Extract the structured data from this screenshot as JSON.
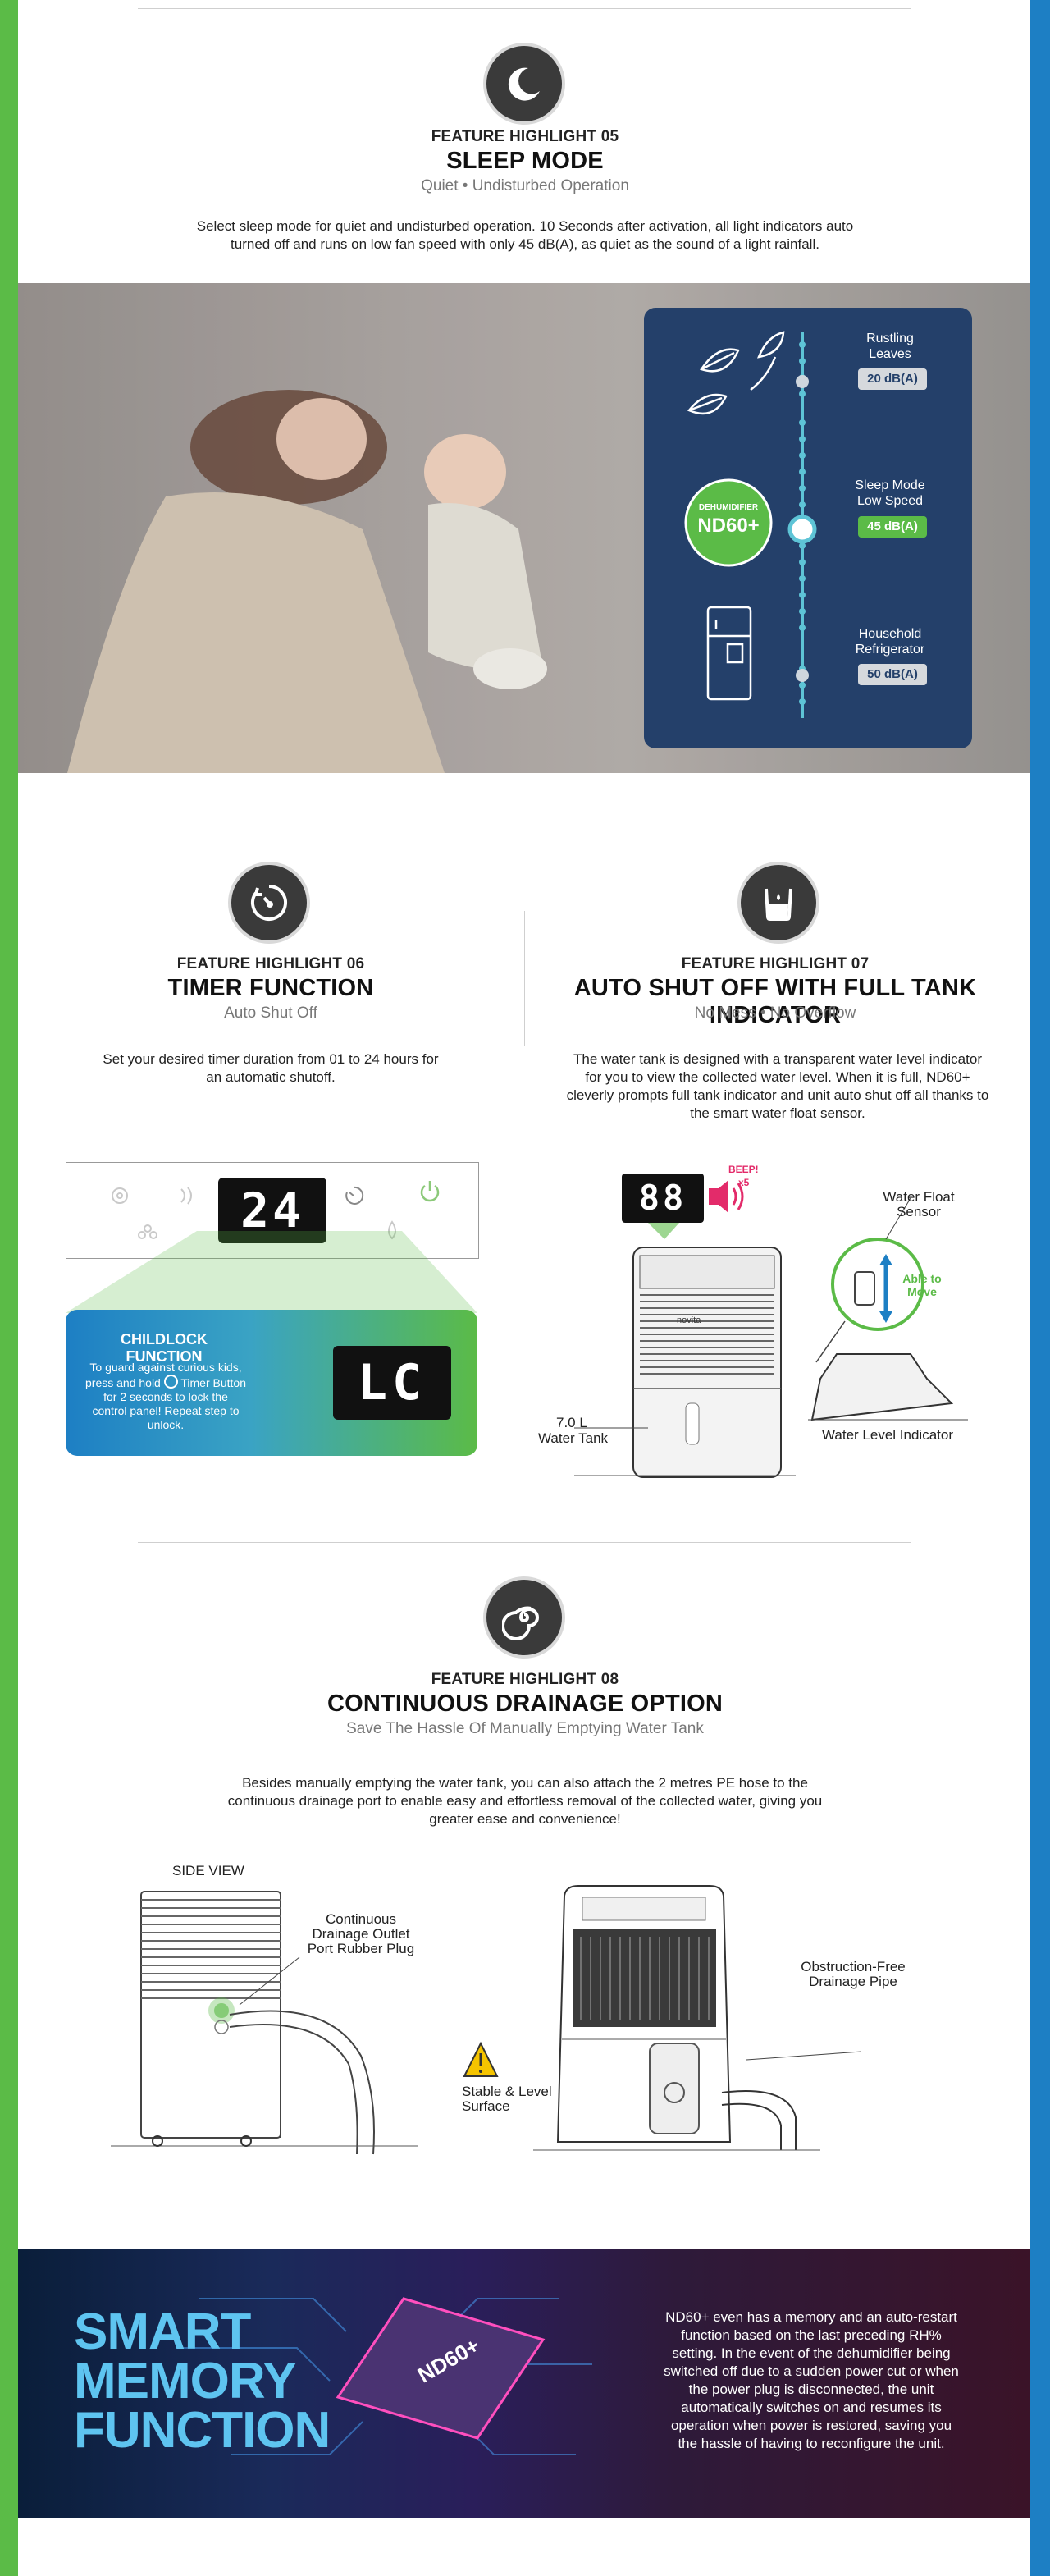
{
  "colors": {
    "green": "#5bbb47",
    "blue": "#1d7fc4",
    "navy": "#24406a",
    "dark": "#3a3a3a",
    "pink": "#e32b6a"
  },
  "icons": {
    "moon": "moon-icon",
    "timer": "timer-icon",
    "tank": "water-tank-icon",
    "drain": "drainage-swirl-icon"
  },
  "sleep": {
    "kicker": "FEATURE HIGHLIGHT 05",
    "title": "SLEEP MODE",
    "subtitle": "Quiet • Undisturbed Operation",
    "desc": "Select sleep mode for quiet and undisturbed operation. 10 Seconds after activation, all light indicators auto turned off and runs on low fan speed with only 45 dB(A), as quiet as the sound of a light rainfall.",
    "scale": {
      "leaves_label": "Rustling Leaves",
      "leaves_db": "20 dB(A)",
      "sleep_label": "Sleep Mode Low Speed",
      "sleep_db": "45 dB(A)",
      "fridge_label": "Household Refrigerator",
      "fridge_db": "50 dB(A)",
      "badge_top": "DEHUMIDIFIER",
      "badge_main": "ND60+"
    }
  },
  "timer": {
    "kicker": "FEATURE HIGHLIGHT 06",
    "title": "TIMER FUNCTION",
    "subtitle": "Auto Shut Off",
    "desc": "Set your desired timer duration from 01 to 24 hours for an automatic shutoff.",
    "display": "24",
    "childlock_title": "CHILDLOCK FUNCTION",
    "childlock_desc_1": "To guard against curious kids, press and hold",
    "childlock_desc_2": "Timer Button for 2 seconds to lock the control panel! Repeat step to unlock.",
    "lock_display": "LC"
  },
  "tank": {
    "kicker": "FEATURE HIGHLIGHT 07",
    "title": "AUTO SHUT OFF WITH FULL TANK INDICATOR",
    "subtitle": "No Mess • No Overflow",
    "desc": "The water tank is designed with a transparent water level indicator for you to view the collected water level. When it is full, ND60+ cleverly prompts full tank indicator and unit auto shut off all thanks to the smart water float sensor.",
    "display": "88",
    "beep": "BEEP!",
    "times": "x5",
    "float_label": "Water Float Sensor",
    "able": "Able to Move",
    "capacity": "7.0 L",
    "tank_label": "Water Tank",
    "level_label": "Water Level Indicator",
    "brand": "novita"
  },
  "drain": {
    "kicker": "FEATURE HIGHLIGHT 08",
    "title": "CONTINUOUS DRAINAGE OPTION",
    "subtitle": "Save The Hassle Of Manually Emptying Water Tank",
    "desc": "Besides manually emptying the water tank, you can also attach the 2 metres PE hose to the continuous drainage port to enable easy and effortless removal of the collected water, giving you greater ease and convenience!",
    "side_view": "SIDE VIEW",
    "outlet_label": "Continuous Drainage Outlet Port Rubber Plug",
    "stable_label": "Stable & Level Surface",
    "pipe_label": "Obstruction-Free Drainage Pipe"
  },
  "memory": {
    "title_1": "SMART",
    "title_2": "MEMORY",
    "title_3": "FUNCTION",
    "chip": "ND60+",
    "desc": "ND60+ even has a memory and an auto-restart function based on the last preceding RH% setting. In the event of the dehumidifier being switched off due to a sudden power cut or when the power plug is disconnected, the unit automatically switches on and resumes its operation when power is restored, saving you the hassle of having to reconfigure the unit."
  }
}
